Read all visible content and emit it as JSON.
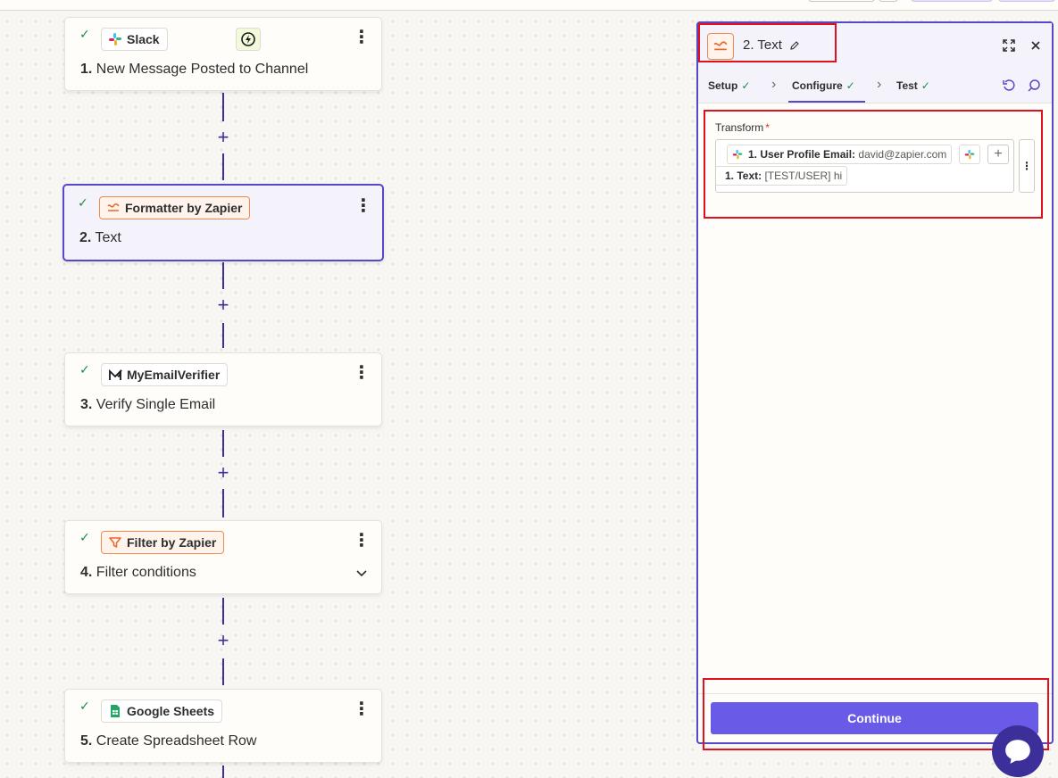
{
  "steps": [
    {
      "app": "Slack",
      "number": "1.",
      "title": "New Message Posted to Channel",
      "status": "completed",
      "trigger": true
    },
    {
      "app": "Formatter by Zapier",
      "number": "2.",
      "title": "Text",
      "status": "completed",
      "selected": true
    },
    {
      "app": "MyEmailVerifier",
      "number": "3.",
      "title": "Verify Single Email",
      "status": "completed"
    },
    {
      "app": "Filter by Zapier",
      "number": "4.",
      "title": "Filter conditions",
      "status": "completed",
      "expandable": true
    },
    {
      "app": "Google Sheets",
      "number": "5.",
      "title": "Create Spreadsheet Row",
      "status": "completed"
    }
  ],
  "panel": {
    "title": "2. Text",
    "tabs": [
      "Setup",
      "Configure",
      "Test"
    ],
    "active_tab": "Configure",
    "field": {
      "label": "Transform",
      "required_mark": "*",
      "chips": [
        {
          "label": "1. User Profile Email:",
          "value": "david@zapier.com"
        },
        {
          "label": "1. Text:",
          "value": "[TEST/USER] hi"
        }
      ]
    },
    "continue_label": "Continue"
  },
  "colors": {
    "accent": "#5747c9",
    "button": "#695be8",
    "formatter": "#f0894d",
    "success": "#1f8a48",
    "required": "#d3321d",
    "highlight": "#e0101f"
  },
  "icons": [
    "slack-icon",
    "lightning-icon",
    "formatter-icon",
    "myemailverifier-icon",
    "filter-icon",
    "google-sheets-icon",
    "pencil-icon",
    "expand-icon",
    "close-icon",
    "undo-icon",
    "comment-icon",
    "chat-icon"
  ]
}
